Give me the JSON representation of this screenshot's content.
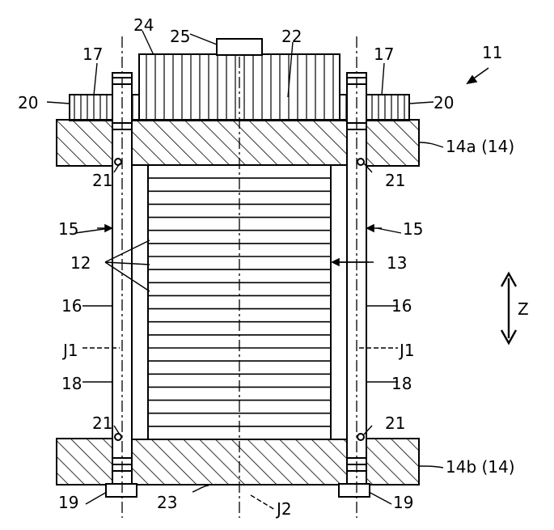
{
  "labels": {
    "fig_ref": "11",
    "top_gear": "24",
    "nut": "25",
    "shaft_line": "22",
    "flange_left": "17",
    "flange_right": "17",
    "flange_outer_left": "20",
    "flange_outer_right": "20",
    "plate_top": "14a (14)",
    "plate_bottom": "14b (14)",
    "bore_tl": "21",
    "bore_tr": "21",
    "bore_bl": "21",
    "bore_br": "21",
    "rod_left": "15",
    "rod_right": "15",
    "cells": "12",
    "stack": "13",
    "tie_left": "16",
    "tie_right": "16",
    "axis_left": "J1",
    "axis_right": "J1",
    "spacer_left": "18",
    "spacer_right": "18",
    "foot_left": "19",
    "foot_right": "19",
    "bottom_center": "23",
    "center_axis": "J2",
    "direction": "Z"
  }
}
